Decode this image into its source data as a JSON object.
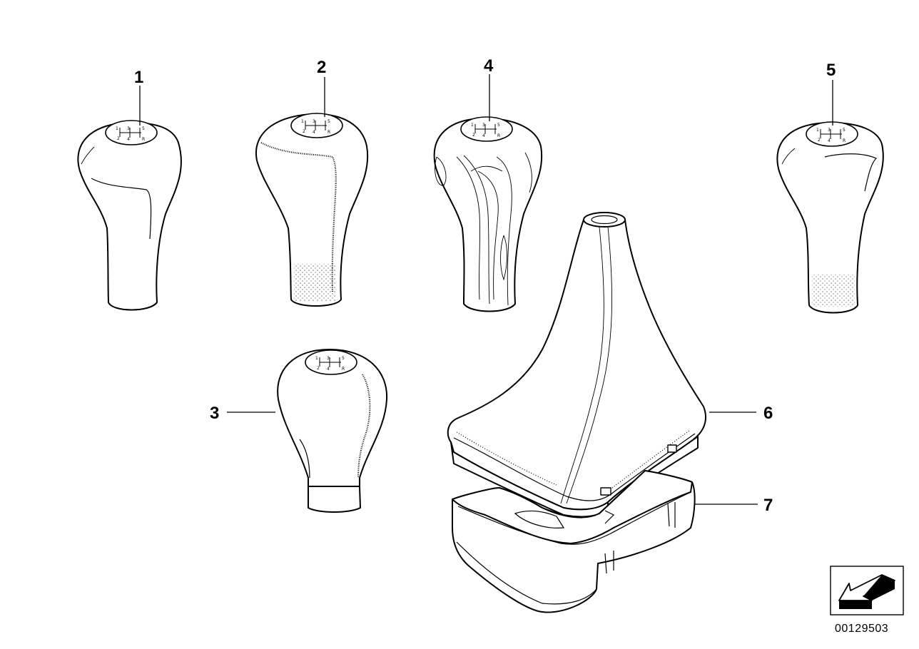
{
  "diagram": {
    "callouts": {
      "c1": "1",
      "c2": "2",
      "c3": "3",
      "c4": "4",
      "c5": "5",
      "c6": "6",
      "c7": "7"
    },
    "document_number": "00129503",
    "icon": "direction-arrow-icon"
  }
}
